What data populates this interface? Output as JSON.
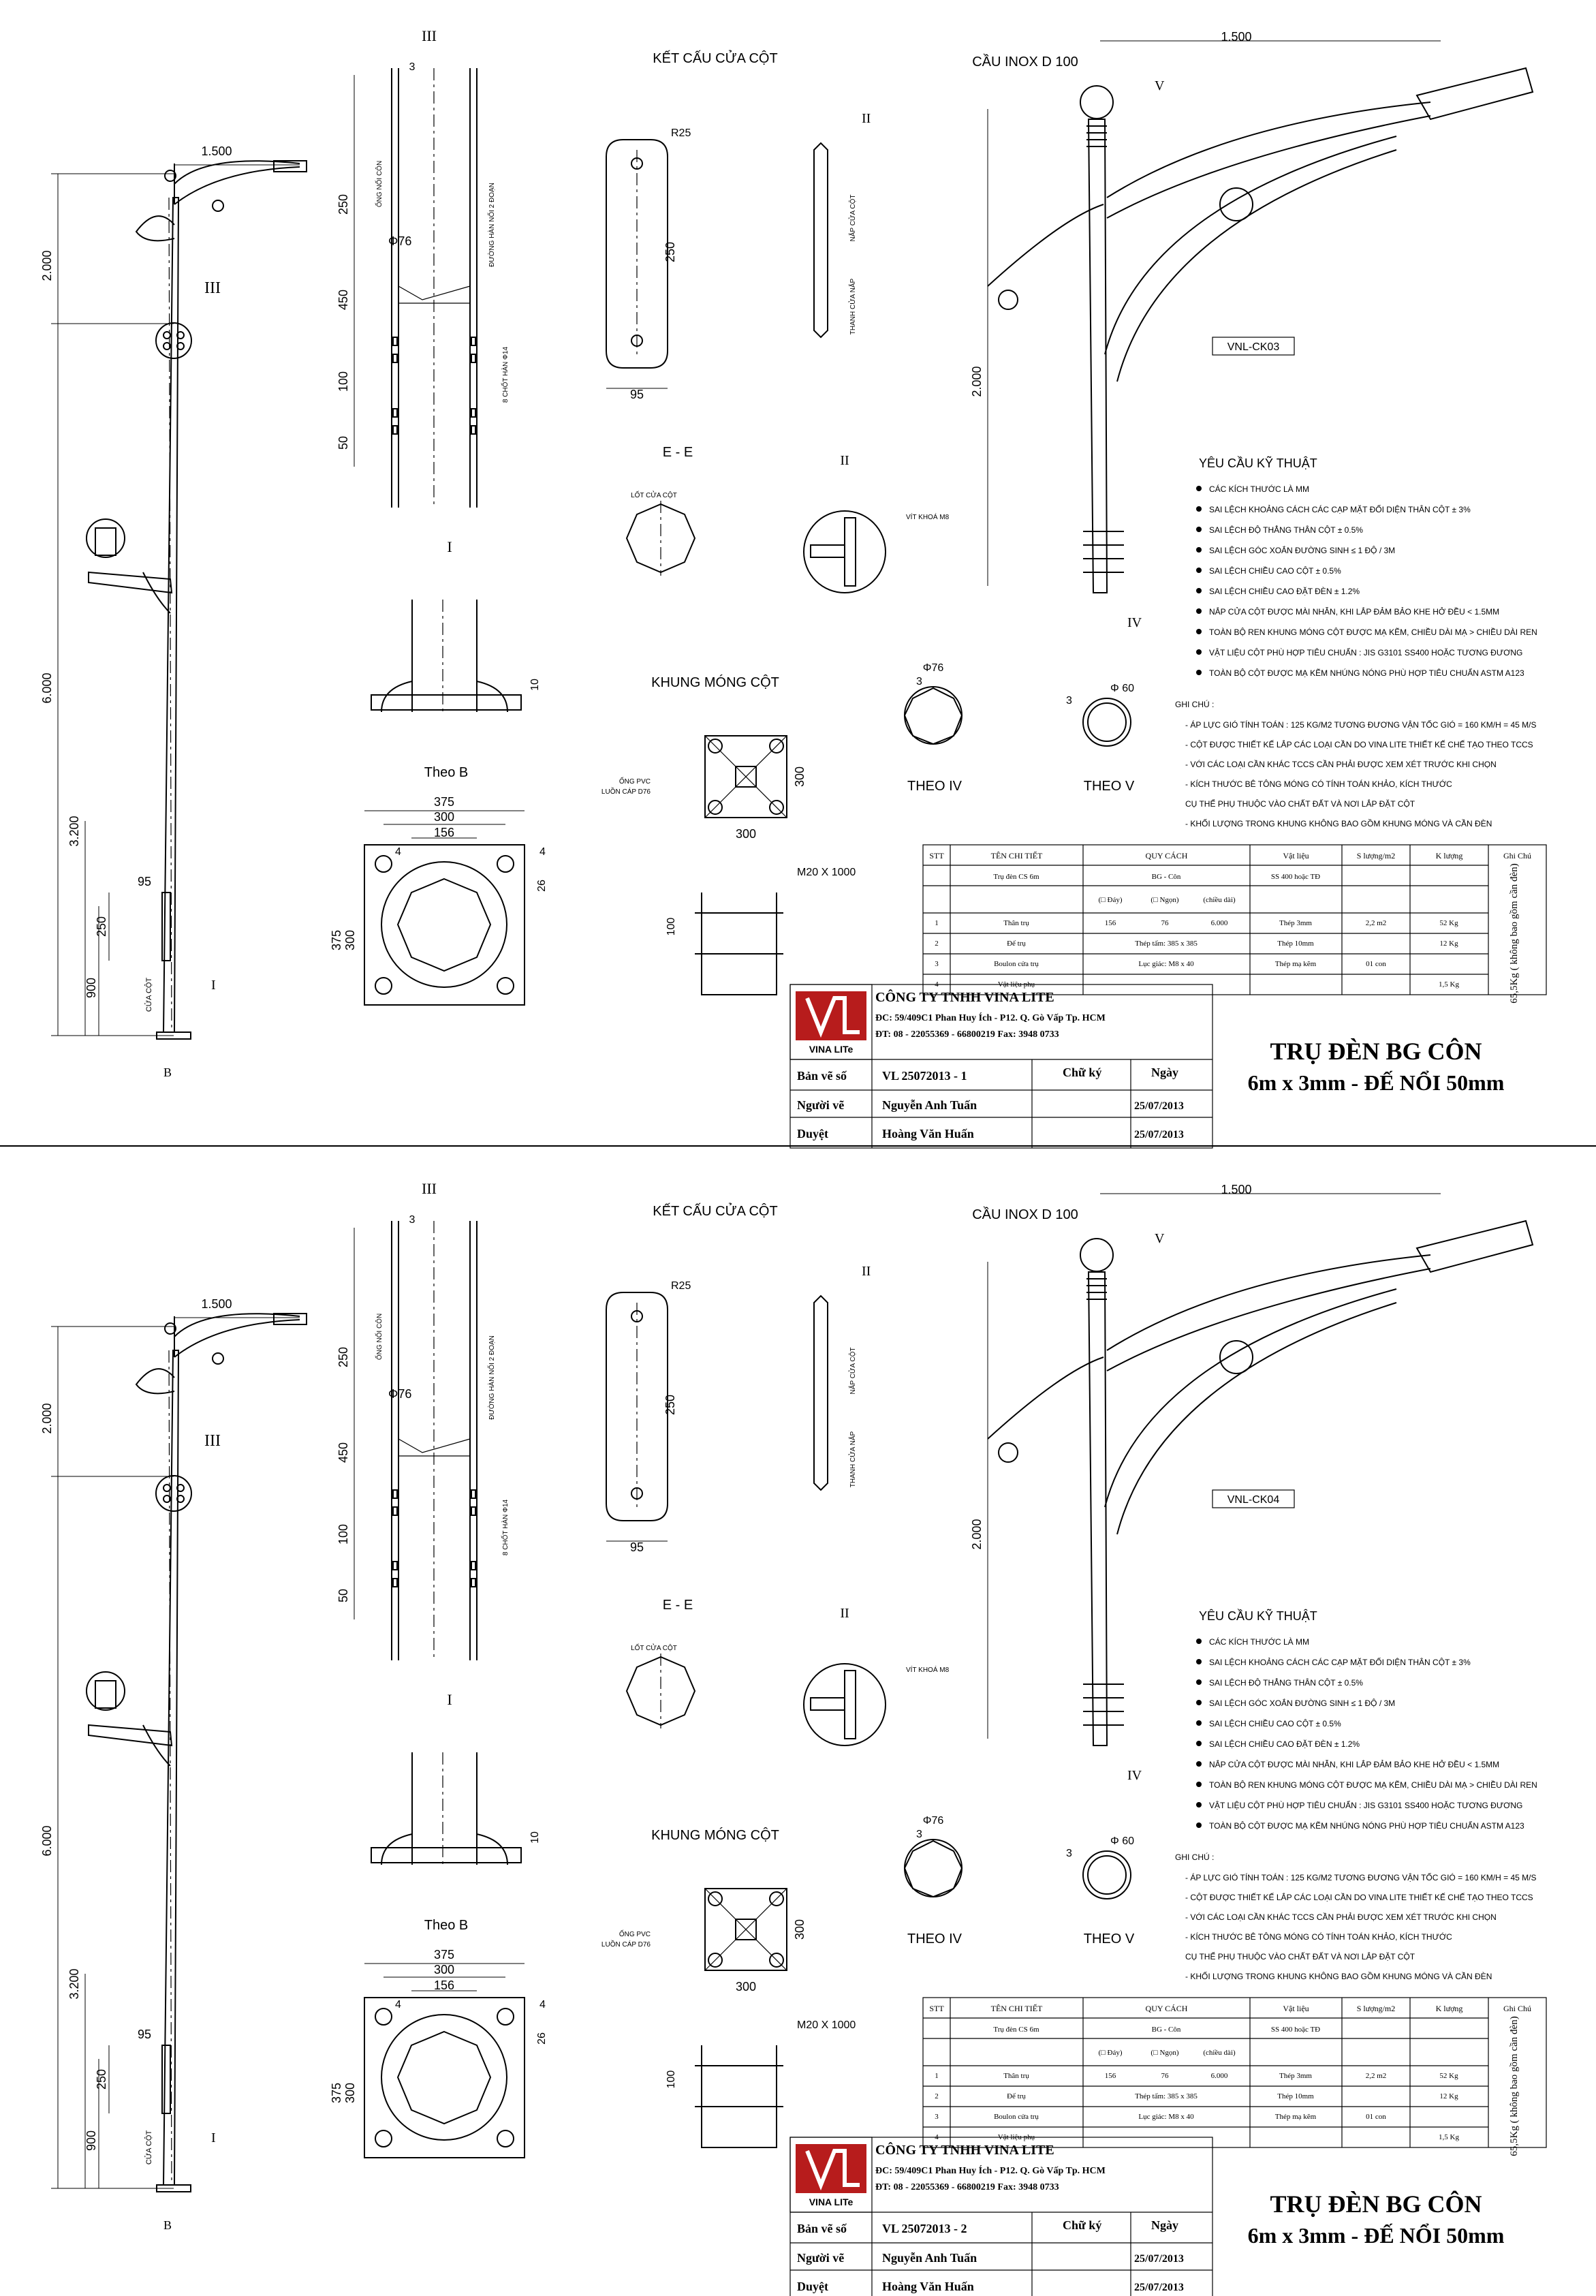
{
  "sheets": [
    {
      "sections": {
        "ket_cau": "KẾT CẤU CỬA CỘT",
        "ee": "E - E",
        "khung": "KHUNG MÓNG CỘT",
        "theo_b": "Theo B",
        "theo_iv": "THEO IV",
        "theo_v": "THEO V",
        "cau_inox": "CẦU INOX D 100",
        "arm_code": "VNL-CK03"
      },
      "marks": {
        "iii": "III",
        "i": "I",
        "ii": "II",
        "iv": "IV",
        "v": "V",
        "b": "B"
      },
      "dims": {
        "d1500": "1.500",
        "d2000": "2.000",
        "d6000": "6.000",
        "d3200": "3.200",
        "d900": "900",
        "d250": "250",
        "d95": "95",
        "d450": "450",
        "d100": "100",
        "d50": "50",
        "d3": "3",
        "phi76": "Φ76",
        "phi60": "Φ 60",
        "r25": "R25",
        "d375": "375",
        "d300": "300",
        "d156": "156",
        "d4": "4",
        "d26": "26",
        "d10": "10",
        "m20": "M20 X 1000",
        "cua_cot": "CỬA CỘT",
        "ong_pvc": "ỐNG PVC",
        "luon_cap": "LUỒN CÁP D76",
        "vit_khoa": "VÍT KHOÁ M8",
        "lot_cua": "LỐT CỬA CỘT",
        "ong_noi_con": "ỐNG NỐI CÔN",
        "duong_han": "ĐƯỜNG HÀN NỐI 2 ĐOẠN",
        "thanh_cua": "THANH CỬA NẮP",
        "nap_cua": "NẮP CỬA CỘT",
        "chot_han": "8 CHỐT HÀN Φ14"
      },
      "requirements": {
        "title": "YÊU CẦU KỸ THUẬT",
        "items": [
          "CÁC KÍCH THƯỚC LÀ MM",
          "SAI LỆCH KHOẢNG CÁCH CÁC CẠP MẶT ĐỐI DIỆN THÂN CỘT ± 3%",
          "SAI LỆCH ĐỘ THẲNG THÂN CỘT ± 0.5%",
          "SAI LỆCH GÓC XOẮN ĐƯỜNG SINH ≤ 1 ĐỘ / 3M",
          "SAI LỆCH CHIỀU CAO CỘT ± 0.5%",
          "SAI LỆCH CHIỀU CAO ĐẶT ĐÈN ± 1.2%",
          "NẮP CỬA CỘT ĐƯỢC MÀI NHẴN, KHI LẮP ĐẢM BẢO KHE HỞ ĐỀU < 1.5MM",
          "TOÀN BỘ REN KHUNG MÓNG CỘT ĐƯỢC MẠ KẼM, CHIỀU DÀI MẠ > CHIỀU DÀI REN",
          "VẬT LIỆU CỘT PHÙ HỢP TIÊU CHUẨN : JIS G3101 SS400 HOẶC TƯƠNG ĐƯƠNG",
          "TOÀN BỘ CỘT ĐƯỢC MẠ KẼM NHÚNG NÓNG PHÙ HỢP TIÊU CHUẨN ASTM A123"
        ],
        "notes_title": "GHI CHÚ :",
        "notes": [
          "- ÁP LỰC GIÓ TÍNH TOÁN : 125 KG/M2 TƯƠNG ĐƯƠNG VẬN TỐC GIÓ = 160 KM/H = 45 M/S",
          "- CỘT ĐƯỢC THIẾT KẾ LẮP CÁC LOẠI CẦN DO VINA LITE THIẾT KẾ CHẾ TẠO THEO TCCS",
          "- VỚI CÁC LOẠI CẦN KHÁC TCCS CẦN PHẢI ĐƯỢC XEM XÉT TRƯỚC KHI CHỌN",
          "- KÍCH THƯỚC BÊ TÔNG MÓNG CÓ TÍNH TOÁN KHẢO, KÍCH THƯỚC",
          "  CỤ THỂ PHỤ THUỘC VÀO CHẤT ĐẤT VÀ NƠI LẮP ĐẶT CỘT",
          "- KHỐI LƯỢNG TRONG KHUNG KHÔNG BAO GỒM KHUNG MÓNG VÀ CẦN ĐÈN"
        ]
      },
      "table": {
        "headers": [
          "STT",
          "TÊN CHI TIẾT",
          "QUY CÁCH",
          "Vật liệu",
          "S lượng/m2",
          "K lượng",
          "Ghi Chú"
        ],
        "row_title": [
          "",
          "Trụ đèn CS 6m",
          "BG - Côn",
          "SS 400 hoặc TĐ",
          "",
          "",
          ""
        ],
        "sub_headers": [
          "(□ Đáy)",
          "(□ Ngọn)",
          "(chiều dài)"
        ],
        "rows": [
          [
            "1",
            "Thân trụ",
            "156",
            "76",
            "6.000",
            "Thép 3mm",
            "2,2 m2",
            "52 Kg"
          ],
          [
            "2",
            "Đế trụ",
            "Thép tấm: 385 x 385",
            "",
            "",
            "Thép 10mm",
            "",
            "12 Kg"
          ],
          [
            "3",
            "Boulon cửa trụ",
            "Lục giác: M8 x 40",
            "",
            "",
            "Thép mạ kẽm",
            "01 con",
            ""
          ],
          [
            "4",
            "Vật liệu phụ",
            "",
            "",
            "",
            "",
            "",
            "1,5 Kg"
          ]
        ],
        "note": "65,5Kg ( không bao gồm cần đèn)"
      },
      "company": {
        "name": "CÔNG TY TNHH VINA LITE",
        "address": "ĐC: 59/409C1 Phan Huy Ích - P12. Q. Gò Vấp Tp. HCM",
        "phone": "ĐT: 08 - 22055369 - 66800219 Fax: 3948 0733",
        "logo_text": "VINA LITe"
      },
      "title_block": {
        "ban_ve_label": "Bản vẽ số",
        "ban_ve": "VL 25072013 - 1",
        "chu_ky": "Chữ ký",
        "ngay": "Ngày",
        "nguoi_ve_label": "Người vẽ",
        "nguoi_ve": "Nguyễn Anh Tuấn",
        "date1": "25/07/2013",
        "duyet_label": "Duyệt",
        "duyet": "Hoàng Văn Huấn",
        "date2": "25/07/2013"
      },
      "title": {
        "line1": "TRỤ ĐÈN BG CÔN",
        "line2": "6m x 3mm - ĐẾ NỔI 50mm"
      }
    },
    {
      "sections": {
        "ket_cau": "KẾT CẤU CỬA CỘT",
        "ee": "E - E",
        "khung": "KHUNG MÓNG CỘT",
        "theo_b": "Theo B",
        "theo_iv": "THEO IV",
        "theo_v": "THEO V",
        "cau_inox": "CẦU INOX D 100",
        "arm_code": "VNL-CK04"
      },
      "marks": {
        "iii": "III",
        "i": "I",
        "ii": "II",
        "iv": "IV",
        "v": "V",
        "b": "B"
      },
      "dims": {
        "d1500": "1.500",
        "d2000": "2.000",
        "d6000": "6.000",
        "d3200": "3.200",
        "d900": "900",
        "d250": "250",
        "d95": "95",
        "d450": "450",
        "d100": "100",
        "d50": "50",
        "d3": "3",
        "phi76": "Φ76",
        "phi60": "Φ 60",
        "r25": "R25",
        "d375": "375",
        "d300": "300",
        "d156": "156",
        "d4": "4",
        "d26": "26",
        "d10": "10",
        "m20": "M20 X 1000",
        "cua_cot": "CỬA CỘT",
        "ong_pvc": "ỐNG PVC",
        "luon_cap": "LUỒN CÁP D76",
        "vit_khoa": "VÍT KHOÁ M8",
        "lot_cua": "LỐT CỬA CỘT",
        "ong_noi_con": "ỐNG NỐI CÔN",
        "duong_han": "ĐƯỜNG HÀN NỐI 2 ĐOẠN",
        "thanh_cua": "THANH CỬA NẮP",
        "nap_cua": "NẮP CỬA CỘT",
        "chot_han": "8 CHỐT HÀN Φ14"
      },
      "requirements": {
        "title": "YÊU CẦU KỸ THUẬT",
        "items": [
          "CÁC KÍCH THƯỚC LÀ MM",
          "SAI LỆCH KHOẢNG CÁCH CÁC CẠP MẶT ĐỐI DIỆN THÂN CỘT ± 3%",
          "SAI LỆCH ĐỘ THẲNG THÂN CỘT ± 0.5%",
          "SAI LỆCH GÓC XOẮN ĐƯỜNG SINH ≤ 1 ĐỘ / 3M",
          "SAI LỆCH CHIỀU CAO CỘT ± 0.5%",
          "SAI LỆCH CHIỀU CAO ĐẶT ĐÈN ± 1.2%",
          "NẮP CỬA CỘT ĐƯỢC MÀI NHẴN, KHI LẮP ĐẢM BẢO KHE HỞ ĐỀU < 1.5MM",
          "TOÀN BỘ REN KHUNG MÓNG CỘT ĐƯỢC MẠ KẼM, CHIỀU DÀI MẠ > CHIỀU DÀI REN",
          "VẬT LIỆU CỘT PHÙ HỢP TIÊU CHUẨN : JIS G3101 SS400 HOẶC TƯƠNG ĐƯƠNG",
          "TOÀN BỘ CỘT ĐƯỢC MẠ KẼM NHÚNG NÓNG PHÙ HỢP TIÊU CHUẨN ASTM A123"
        ],
        "notes_title": "GHI CHÚ :",
        "notes": [
          "- ÁP LỰC GIÓ TÍNH TOÁN : 125 KG/M2 TƯƠNG ĐƯƠNG VẬN TỐC GIÓ = 160 KM/H = 45 M/S",
          "- CỘT ĐƯỢC THIẾT KẾ LẮP CÁC LOẠI CẦN DO VINA LITE THIẾT KẾ CHẾ TẠO THEO TCCS",
          "- VỚI CÁC LOẠI CẦN KHÁC TCCS CẦN PHẢI ĐƯỢC XEM XÉT TRƯỚC KHI CHỌN",
          "- KÍCH THƯỚC BÊ TÔNG MÓNG CÓ TÍNH TOÁN KHẢO, KÍCH THƯỚC",
          "  CỤ THỂ PHỤ THUỘC VÀO CHẤT ĐẤT VÀ NƠI LẮP ĐẶT CỘT",
          "- KHỐI LƯỢNG TRONG KHUNG KHÔNG BAO GỒM KHUNG MÓNG VÀ CẦN ĐÈN"
        ]
      },
      "table": {
        "headers": [
          "STT",
          "TÊN CHI TIẾT",
          "QUY CÁCH",
          "Vật liệu",
          "S lượng/m2",
          "K lượng",
          "Ghi Chú"
        ],
        "row_title": [
          "",
          "Trụ đèn CS 6m",
          "BG - Côn",
          "SS 400 hoặc TĐ",
          "",
          "",
          ""
        ],
        "sub_headers": [
          "(□ Đáy)",
          "(□ Ngọn)",
          "(chiều dài)"
        ],
        "rows": [
          [
            "1",
            "Thân trụ",
            "156",
            "76",
            "6.000",
            "Thép 3mm",
            "2,2 m2",
            "52 Kg"
          ],
          [
            "2",
            "Đế trụ",
            "Thép tấm: 385 x 385",
            "",
            "",
            "Thép 10mm",
            "",
            "12 Kg"
          ],
          [
            "3",
            "Boulon cửa trụ",
            "Lục giác: M8 x 40",
            "",
            "",
            "Thép mạ kẽm",
            "01 con",
            ""
          ],
          [
            "4",
            "Vật liệu phụ",
            "",
            "",
            "",
            "",
            "",
            "1,5 Kg"
          ]
        ],
        "note": "65,5Kg ( không bao gồm cần đèn)"
      },
      "company": {
        "name": "CÔNG TY TNHH VINA LITE",
        "address": "ĐC: 59/409C1 Phan Huy Ích - P12. Q. Gò Vấp Tp. HCM",
        "phone": "ĐT: 08 - 22055369 - 66800219 Fax: 3948 0733",
        "logo_text": "VINA LITe"
      },
      "title_block": {
        "ban_ve_label": "Bản vẽ số",
        "ban_ve": "VL 25072013 - 2",
        "chu_ky": "Chữ ký",
        "ngay": "Ngày",
        "nguoi_ve_label": "Người vẽ",
        "nguoi_ve": "Nguyễn Anh Tuấn",
        "date1": "25/07/2013",
        "duyet_label": "Duyệt",
        "duyet": "Hoàng Văn Huấn",
        "date2": "25/07/2013"
      },
      "title": {
        "line1": "TRỤ ĐÈN BG CÔN",
        "line2": "6m x 3mm - ĐẾ NỔI 50mm"
      }
    }
  ]
}
